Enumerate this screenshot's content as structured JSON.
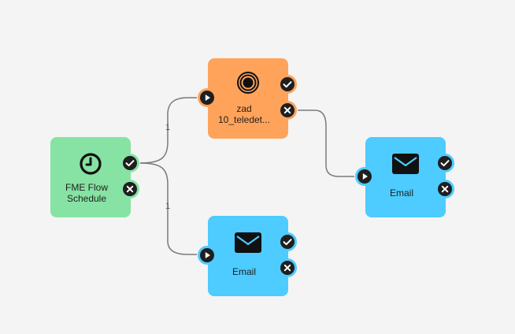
{
  "nodes": {
    "schedule": {
      "label": "FME Flow\nSchedule",
      "color": "#86e3a3",
      "icon": "clock-icon"
    },
    "workspace": {
      "label": "zad\n10_teledet...",
      "color": "#ffa35b",
      "icon": "target-icon"
    },
    "email_bottom": {
      "label": "Email",
      "color": "#4ecbff",
      "icon": "envelope-icon"
    },
    "email_right": {
      "label": "Email",
      "color": "#4ecbff",
      "icon": "envelope-icon"
    }
  },
  "connections": {
    "to_workspace_label": "1",
    "to_email_label": "1"
  },
  "colors": {
    "background": "#f4f4f4",
    "port_dark": "#1f1f1f",
    "wire": "#7a7a7a"
  }
}
